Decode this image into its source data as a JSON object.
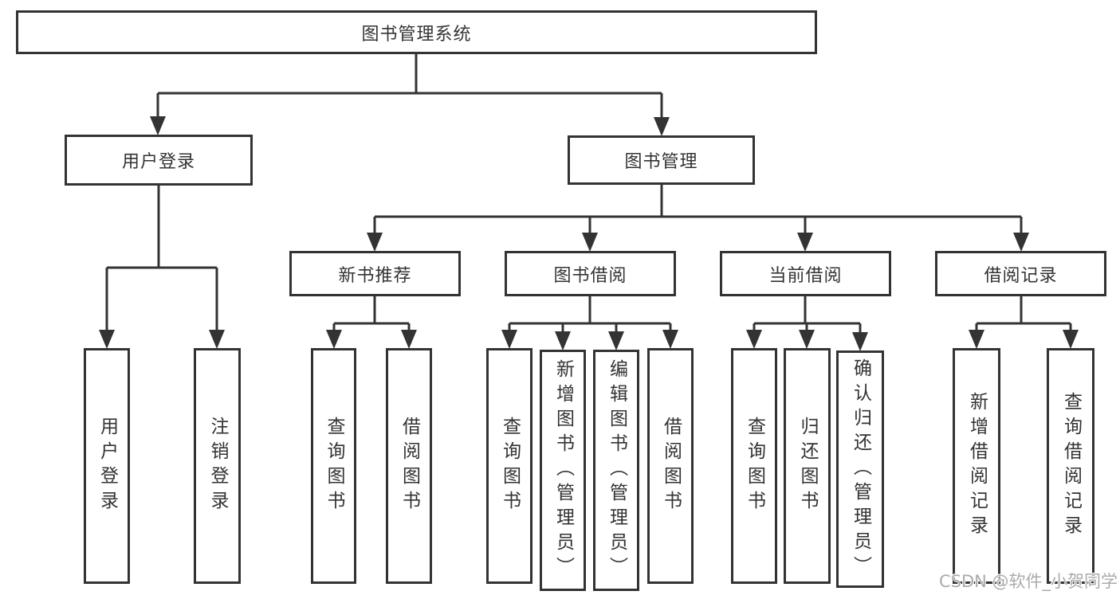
{
  "diagram": {
    "tree": {
      "label": "图书管理系统",
      "children": [
        {
          "label": "用户登录",
          "children": [
            {
              "label": "用户登录"
            },
            {
              "label": "注销登录"
            }
          ]
        },
        {
          "label": "图书管理",
          "children": [
            {
              "label": "新书推荐",
              "children": [
                {
                  "label": "查询图书"
                },
                {
                  "label": "借阅图书"
                }
              ]
            },
            {
              "label": "图书借阅",
              "children": [
                {
                  "label": "查询图书"
                },
                {
                  "label": "新增图书（管理员）"
                },
                {
                  "label": "编辑图书（管理员）"
                },
                {
                  "label": "借阅图书"
                }
              ]
            },
            {
              "label": "当前借阅",
              "children": [
                {
                  "label": "查询图书"
                },
                {
                  "label": "归还图书"
                },
                {
                  "label": "确认归还（管理员）"
                }
              ]
            },
            {
              "label": "借阅记录",
              "children": [
                {
                  "label": "新增借阅记录"
                },
                {
                  "label": "查询借阅记录"
                }
              ]
            }
          ]
        }
      ]
    },
    "colors": {
      "line": "#333333",
      "text": "#333333",
      "box_background": "#ffffff",
      "watermark": "#ababab"
    }
  },
  "watermark": {
    "text": "CSDN @软件_小贺同学"
  }
}
